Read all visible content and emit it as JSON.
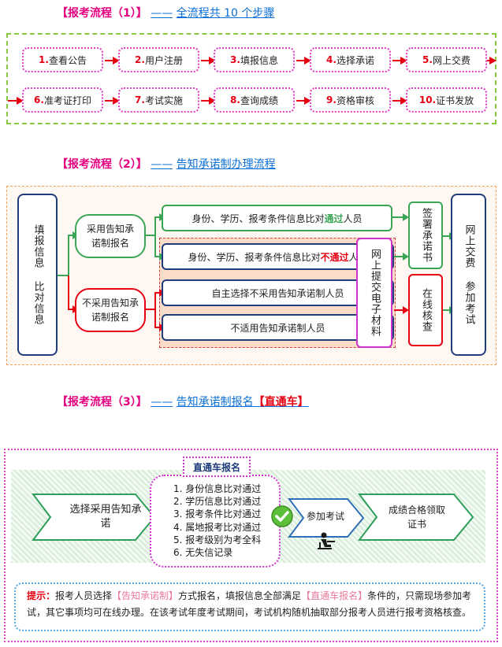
{
  "section1": {
    "prefix": "【报考流程（1）】",
    "dash": "——",
    "title": "全流程共 10 个步骤",
    "steps": [
      {
        "num": "1.",
        "label": "查看公告"
      },
      {
        "num": "2.",
        "label": "用户注册"
      },
      {
        "num": "3.",
        "label": "填报信息"
      },
      {
        "num": "4.",
        "label": "选择承诺"
      },
      {
        "num": "5.",
        "label": "网上交费"
      },
      {
        "num": "6.",
        "label": "准考证打印"
      },
      {
        "num": "7.",
        "label": "考试实施"
      },
      {
        "num": "8.",
        "label": "查询成绩"
      },
      {
        "num": "9.",
        "label": "资格审核"
      },
      {
        "num": "10.",
        "label": "证书发放"
      }
    ]
  },
  "section2": {
    "prefix": "【报考流程（2）】",
    "dash": "——",
    "title": "告知承诺制办理流程",
    "start": "填报信息 比对信息",
    "adopt": "采用告知承诺制报名",
    "not_adopt": "不采用告知承诺制报名",
    "pass_pre": "身份、学历、报考条件信息比对",
    "pass_hl": "通过",
    "pass_post": "人员",
    "fail_pre": "身份、学历、报考条件信息比对",
    "fail_hl": "不通过",
    "fail_post": "人员",
    "voluntary": "自主选择不采用告知承诺制人员",
    "not_applicable": "不适用告知承诺制人员",
    "online_submit": "网上提交电子材料",
    "sign": "签署承诺书",
    "online_check": "在线核查",
    "final": "网上交费 参加考试",
    "colors": {
      "green": "#3aa655",
      "red": "#e60012",
      "navy": "#1f3d7a",
      "purple": "#cc33cc"
    }
  },
  "section3": {
    "prefix": "【报考流程（3）】",
    "dash": "——",
    "title_pre": "告知承诺制报名",
    "title_hl": "【直通车】",
    "choose": "选择采用告知承诺",
    "express_title": "直通车报名",
    "conditions": [
      "1. 身份信息比对通过",
      "2. 学历信息比对通过",
      "3. 报考条件比对通过",
      "4. 属地报考比对通过",
      "5. 报考级别为考全科",
      "6. 无失信记录"
    ],
    "attend": "参加考试",
    "result": "成绩合格领取证书",
    "tip_label": "提示：",
    "tip_1": "报考人员选择",
    "tip_q1": "【告知承诺制】",
    "tip_2": "方式报名，填报信息全部满足",
    "tip_q2": "【直通车报名】",
    "tip_3": "条件的，只需现场参加考试，其它事项均可在线办理。在该考试年度考试期间，考试机构随机抽取部分报考人员进行报考资格核查。",
    "icons": [
      "check-icon",
      "exam-taker-icon"
    ]
  }
}
